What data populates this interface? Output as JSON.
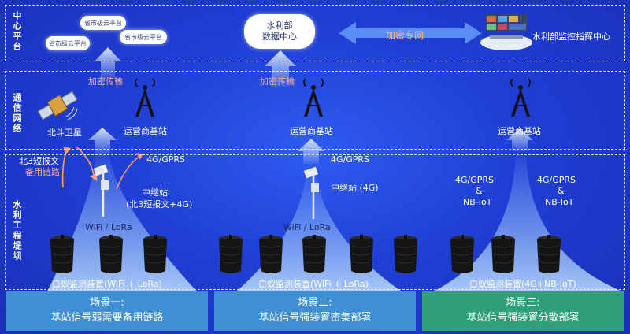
{
  "layers": {
    "center": "中心平台",
    "network": "通信网络",
    "project": "水利工程堤坝"
  },
  "top": {
    "cloud_a": "省市级云平台",
    "cloud_b": "省市级云平台",
    "cloud_c": "省市级云平台",
    "ministry_line1": "水利部",
    "ministry_line2": "数据中心",
    "private_net": "加密专网",
    "command_center": "水利部监控指挥中心"
  },
  "network": {
    "encrypt_1": "加密传输",
    "encrypt_2": "加密传输",
    "beidou": "北斗卫星",
    "station_1": "运营商基站",
    "station_2": "运营商基站",
    "station_3": "运营商基站"
  },
  "links": {
    "beidou_sms": "北3短报文",
    "backup": "备用链路",
    "g4_1": "4G/GPRS",
    "g4_2": "4G/GPRS",
    "relay_1_line1": "中继站",
    "relay_1_line2": "(北3短报文+4G)",
    "relay_2": "中继站 (4G)",
    "s3_left_1": "4G/GPRS",
    "s3_left_2": "&",
    "s3_left_3": "NB-IoT",
    "s3_right_1": "4G/GPRS",
    "s3_right_2": "&",
    "s3_right_3": "NB-IoT",
    "wifi_1": "WiFi / LoRa",
    "wifi_2": "WiFi / LoRa"
  },
  "devices": {
    "d1": "白蚁监测装置(WiFi + LoRa)",
    "d2": "白蚁监测装置(WiFi + LoRa)",
    "d3": "白蚁监测装置(4G+NB-IoT)"
  },
  "scenes": [
    {
      "title": "场景一:",
      "desc": "基站信号弱需要备用链路",
      "color": "#3f8fd2"
    },
    {
      "title": "场景二:",
      "desc": "基站信号强装置密集部署",
      "color": "#3f8fd2"
    },
    {
      "title": "场景三:",
      "desc": "基站信号强装置分散部署",
      "color": "#2fa07a"
    }
  ]
}
